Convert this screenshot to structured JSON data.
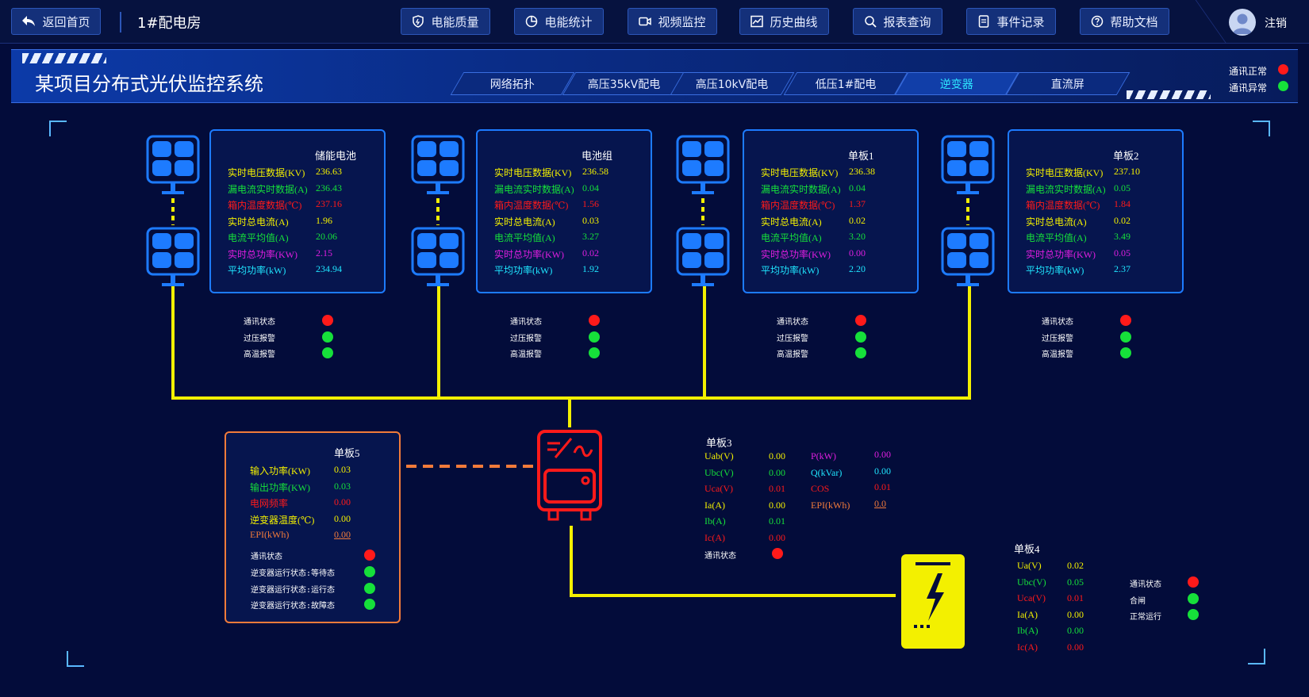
{
  "topbar": {
    "back_label": "返回首页",
    "room_title": "1#配电房",
    "nav": [
      "电能质量",
      "电能统计",
      "视频监控",
      "历史曲线",
      "报表查询",
      "事件记录",
      "帮助文档"
    ],
    "logout_label": "注销"
  },
  "header": {
    "system_title": "某项目分布式光伏监控系统",
    "tabs": [
      "网络拓扑",
      "高压35kV配电",
      "高压10kV配电",
      "低压1#配电",
      "逆变器",
      "直流屏"
    ],
    "active_tab": "逆变器",
    "legend": [
      {
        "label": "通讯正常",
        "color": "#ff1a1a"
      },
      {
        "label": "通讯异常",
        "color": "#16e03a"
      }
    ]
  },
  "colors": {
    "red": "#ff1a1a",
    "green": "#16e03a",
    "yellow": "#f3f000",
    "cyan": "#1fe6ff",
    "panel_border": "#1d7bff",
    "orange": "#f27b3a"
  },
  "top_panels": [
    {
      "title": "储能电池",
      "rows": [
        {
          "label": "实时电压数据(KV)",
          "value": "236.63",
          "color": "#f3f000"
        },
        {
          "label": "漏电流实时数据(A)",
          "value": "236.43",
          "color": "#16e03a"
        },
        {
          "label": "箱内温度数据(℃)",
          "value": "237.16",
          "color": "#ff1a1a"
        },
        {
          "label": "实时总电流(A)",
          "value": "1.96",
          "color": "#f3f000"
        },
        {
          "label": "电流平均值(A)",
          "value": "20.06",
          "color": "#16e03a"
        },
        {
          "label": "实时总功率(KW)",
          "value": "2.15",
          "color": "#e01ee0"
        },
        {
          "label": "平均功率(kW)",
          "value": "234.94",
          "color": "#1fe6ff"
        }
      ],
      "status": [
        {
          "label": "通讯状态",
          "color": "#ff1a1a"
        },
        {
          "label": "过压报警",
          "color": "#16e03a"
        },
        {
          "label": "高温报警",
          "color": "#16e03a"
        }
      ]
    },
    {
      "title": "电池组",
      "rows": [
        {
          "label": "实时电压数据(KV)",
          "value": "236.58",
          "color": "#f3f000"
        },
        {
          "label": "漏电流实时数据(A)",
          "value": "0.04",
          "color": "#16e03a"
        },
        {
          "label": "箱内温度数据(℃)",
          "value": "1.56",
          "color": "#ff1a1a"
        },
        {
          "label": "实时总电流(A)",
          "value": "0.03",
          "color": "#f3f000"
        },
        {
          "label": "电流平均值(A)",
          "value": "3.27",
          "color": "#16e03a"
        },
        {
          "label": "实时总功率(KW)",
          "value": "0.02",
          "color": "#e01ee0"
        },
        {
          "label": "平均功率(kW)",
          "value": "1.92",
          "color": "#1fe6ff"
        }
      ],
      "status": [
        {
          "label": "通讯状态",
          "color": "#ff1a1a"
        },
        {
          "label": "过压报警",
          "color": "#16e03a"
        },
        {
          "label": "高温报警",
          "color": "#16e03a"
        }
      ]
    },
    {
      "title": "单板1",
      "rows": [
        {
          "label": "实时电压数据(KV)",
          "value": "236.38",
          "color": "#f3f000"
        },
        {
          "label": "漏电流实时数据(A)",
          "value": "0.04",
          "color": "#16e03a"
        },
        {
          "label": "箱内温度数据(℃)",
          "value": "1.37",
          "color": "#ff1a1a"
        },
        {
          "label": "实时总电流(A)",
          "value": "0.02",
          "color": "#f3f000"
        },
        {
          "label": "电流平均值(A)",
          "value": "3.20",
          "color": "#16e03a"
        },
        {
          "label": "实时总功率(KW)",
          "value": "0.00",
          "color": "#e01ee0"
        },
        {
          "label": "平均功率(kW)",
          "value": "2.20",
          "color": "#1fe6ff"
        }
      ],
      "status": [
        {
          "label": "通讯状态",
          "color": "#ff1a1a"
        },
        {
          "label": "过压报警",
          "color": "#16e03a"
        },
        {
          "label": "高温报警",
          "color": "#16e03a"
        }
      ]
    },
    {
      "title": "单板2",
      "rows": [
        {
          "label": "实时电压数据(KV)",
          "value": "237.10",
          "color": "#f3f000"
        },
        {
          "label": "漏电流实时数据(A)",
          "value": "0.05",
          "color": "#16e03a"
        },
        {
          "label": "箱内温度数据(℃)",
          "value": "1.84",
          "color": "#ff1a1a"
        },
        {
          "label": "实时总电流(A)",
          "value": "0.02",
          "color": "#f3f000"
        },
        {
          "label": "电流平均值(A)",
          "value": "3.49",
          "color": "#16e03a"
        },
        {
          "label": "实时总功率(KW)",
          "value": "0.05",
          "color": "#e01ee0"
        },
        {
          "label": "平均功率(kW)",
          "value": "2.37",
          "color": "#1fe6ff"
        }
      ],
      "status": [
        {
          "label": "通讯状态",
          "color": "#ff1a1a"
        },
        {
          "label": "过压报警",
          "color": "#16e03a"
        },
        {
          "label": "高温报警",
          "color": "#16e03a"
        }
      ]
    }
  ],
  "panel5": {
    "title": "单板5",
    "rows": [
      {
        "label": "输入功率(KW)",
        "value": "0.03",
        "color": "#f3f000"
      },
      {
        "label": "输出功率(KW)",
        "value": "0.03",
        "color": "#16e03a"
      },
      {
        "label": "电网频率",
        "value": "0.00",
        "color": "#ff1a1a"
      },
      {
        "label": "逆变器温度(℃)",
        "value": "0.00",
        "color": "#f3f000"
      },
      {
        "label": "EPI(kWh)",
        "value": "0.00",
        "color": "#f27b3a"
      }
    ],
    "status": [
      {
        "label": "通讯状态",
        "color": "#ff1a1a"
      },
      {
        "label": "逆变器运行状态:等待态",
        "color": "#16e03a"
      },
      {
        "label": "逆变器运行状态:运行态",
        "color": "#16e03a"
      },
      {
        "label": "逆变器运行状态:故障态",
        "color": "#16e03a"
      }
    ]
  },
  "panel3": {
    "title": "单板3",
    "left": [
      {
        "label": "Uab(V)",
        "value": "0.00",
        "color": "#f3f000"
      },
      {
        "label": "Ubc(V)",
        "value": "0.00",
        "color": "#16e03a"
      },
      {
        "label": "Uca(V)",
        "value": "0.01",
        "color": "#ff1a1a"
      },
      {
        "label": "Ia(A)",
        "value": "0.00",
        "color": "#f3f000"
      },
      {
        "label": "Ib(A)",
        "value": "0.01",
        "color": "#16e03a"
      },
      {
        "label": "Ic(A)",
        "value": "0.00",
        "color": "#ff1a1a"
      }
    ],
    "right": [
      {
        "label": "P(kW)",
        "value": "0.00",
        "color": "#e01ee0"
      },
      {
        "label": "Q(kVar)",
        "value": "0.00",
        "color": "#1fe6ff"
      },
      {
        "label": "COS",
        "value": "0.01",
        "color": "#ff1a1a"
      },
      {
        "label": "EPI(kWh)",
        "value": "0.0",
        "color": "#f27b3a"
      }
    ],
    "status": {
      "label": "通讯状态",
      "color": "#ff1a1a"
    }
  },
  "panel4": {
    "title": "单板4",
    "rows": [
      {
        "label": "Ua(V)",
        "value": "0.02",
        "color": "#f3f000"
      },
      {
        "label": "Ubc(V)",
        "value": "0.05",
        "color": "#16e03a"
      },
      {
        "label": "Uca(V)",
        "value": "0.01",
        "color": "#ff1a1a"
      },
      {
        "label": "Ia(A)",
        "value": "0.00",
        "color": "#f3f000"
      },
      {
        "label": "Ib(A)",
        "value": "0.00",
        "color": "#16e03a"
      },
      {
        "label": "Ic(A)",
        "value": "0.00",
        "color": "#ff1a1a"
      }
    ],
    "status": [
      {
        "label": "通讯状态",
        "color": "#ff1a1a"
      },
      {
        "label": "合闸",
        "color": "#16e03a"
      },
      {
        "label": "正常运行",
        "color": "#16e03a"
      }
    ]
  }
}
